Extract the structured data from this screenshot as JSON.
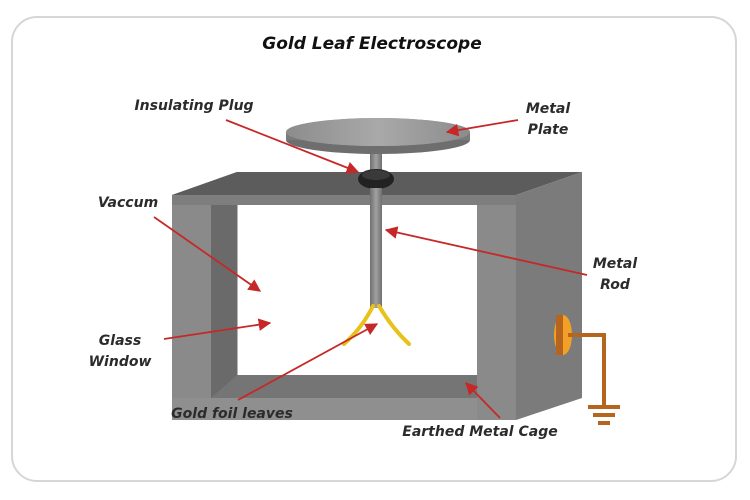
{
  "title": "Gold Leaf Electroscope",
  "labels": {
    "insulating_plug": "Insulating Plug",
    "metal_plate_1": "Metal",
    "metal_plate_2": "Plate",
    "vaccum": "Vaccum",
    "metal_rod_1": "Metal",
    "metal_rod_2": "Rod",
    "glass_window_1": "Glass",
    "glass_window_2": "Window",
    "gold_foil_leaves": "Gold foil leaves",
    "earthed_metal_cage": "Earthed Metal Cage"
  },
  "colors": {
    "arrow": "#c62828",
    "gold": "#e8c21a",
    "earth": "#b5651d",
    "cage_front": "#8a8a8a",
    "cage_top": "#5c5c5c"
  }
}
